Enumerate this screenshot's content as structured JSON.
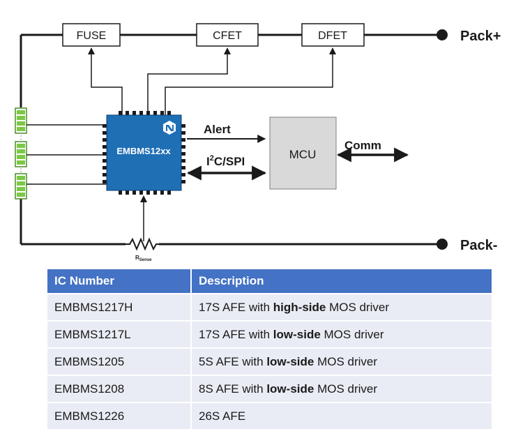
{
  "diagram": {
    "fuse_label": "FUSE",
    "cfet_label": "CFET",
    "dfet_label": "DFET",
    "pack_plus_label": "Pack+",
    "pack_minus_label": "Pack-",
    "chip_label": "EMBMS12xx",
    "alert_label": "Alert",
    "bus_label_prefix": "I",
    "bus_label_sup": "2",
    "bus_label_suffix": "C/SPI",
    "mcu_label": "MCU",
    "comm_label": "Comm",
    "rsense_label_main": "R",
    "rsense_label_sub": "Sense",
    "colors": {
      "chip_fill": "#1f6fb5",
      "mcu_fill": "#d9d9d9",
      "battery_fill": "#7ac943",
      "line": "#1a1a1a"
    },
    "icons": [
      "chip-logo-icon",
      "resistor-icon",
      "battery-cell-icon"
    ]
  },
  "table": {
    "headers": [
      "IC Number",
      "Description"
    ],
    "rows": [
      {
        "ic": "EMBMS1217H",
        "pre": "17S AFE with ",
        "bold": "high-side",
        "post": " MOS driver"
      },
      {
        "ic": "EMBMS1217L",
        "pre": "17S AFE with ",
        "bold": "low-side",
        "post": " MOS driver"
      },
      {
        "ic": "EMBMS1205",
        "pre": "5S AFE with ",
        "bold": "low-side",
        "post": " MOS driver"
      },
      {
        "ic": "EMBMS1208",
        "pre": "8S AFE with ",
        "bold": "low-side",
        "post": " MOS driver"
      },
      {
        "ic": "EMBMS1226",
        "pre": "26S AFE",
        "bold": "",
        "post": ""
      }
    ],
    "colors": {
      "header_bg": "#4472c4",
      "row_bg": "#e9ecf4"
    }
  }
}
